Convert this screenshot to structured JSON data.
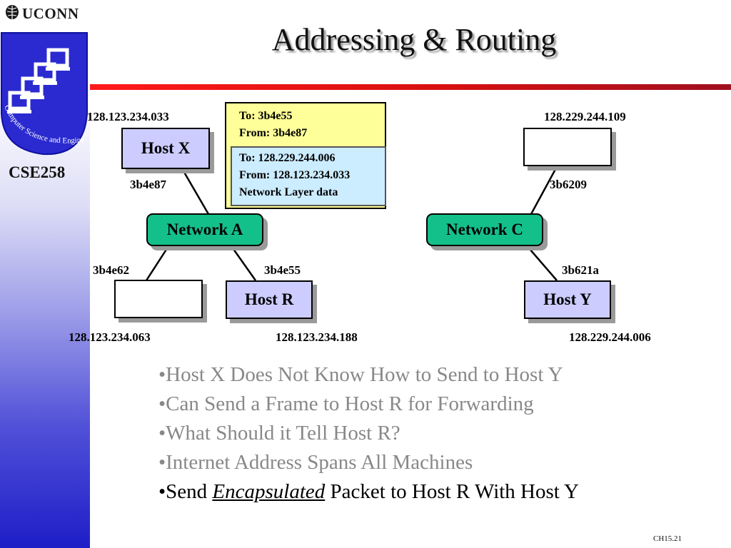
{
  "header": {
    "brand": "UCONN",
    "course": "CSE258",
    "logo_text": "Computer Science and Engineering"
  },
  "title": "Addressing & Routing",
  "diagram": {
    "host_x": {
      "label": "Host X",
      "ip": "128.123.234.033",
      "mac": "3b4e87"
    },
    "host_r": {
      "label": "Host R",
      "ip": "128.123.234.188",
      "mac": "3b4e55"
    },
    "host_blank_a": {
      "ip": "128.123.234.063",
      "mac": "3b4e62"
    },
    "host_blank_c": {
      "ip": "128.229.244.109",
      "mac": "3b6209"
    },
    "host_y": {
      "label": "Host Y",
      "ip": "128.229.244.006",
      "mac": "3b621a"
    },
    "network_a": "Network A",
    "network_c": "Network C",
    "frame": {
      "to": "To: 3b4e55",
      "from": "From: 3b4e87"
    },
    "packet": {
      "to": "To: 128.229.244.006",
      "from": "From: 128.123.234.033",
      "data": "Network Layer data"
    }
  },
  "bullets": [
    "•Host X Does Not Know How to Send to Host Y",
    "•Can Send a Frame to Host R for Forwarding",
    "•What Should it Tell Host R?",
    "•Internet Address Spans All Machines"
  ],
  "last_bullet": {
    "prefix": "•Send ",
    "emph": "Encapsulated",
    "suffix": " Packet to Host R With Host Y"
  },
  "footer": "CH15.21",
  "colors": {
    "host": "#ccccff",
    "network": "#14c08a",
    "frame": "#ffff99",
    "packet": "#ccecff",
    "rule": "#e01010"
  }
}
